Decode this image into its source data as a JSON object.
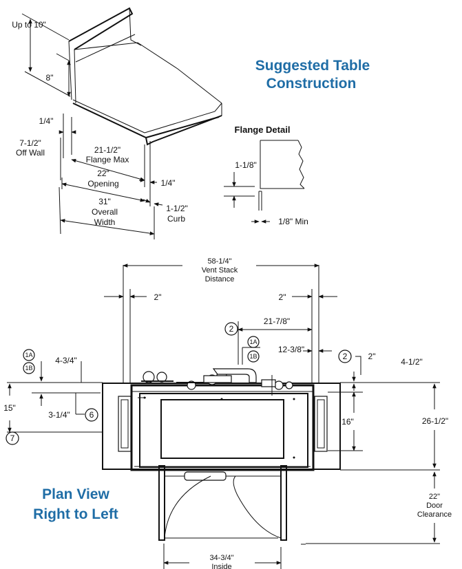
{
  "titles": {
    "table_construction_line1": "Suggested Table",
    "table_construction_line2": "Construction",
    "plan_view_line1": "Plan View",
    "plan_view_line2": "Right to Left",
    "flange_detail": "Flange Detail"
  },
  "profile_dims": {
    "up_to": "Up to 10\"",
    "height": "8\"",
    "quarter_left": "1/4\"",
    "off_wall_1": "7-1/2\"",
    "off_wall_2": "Off Wall",
    "flange_max_1": "21-1/2\"",
    "flange_max_2": "Flange Max",
    "opening_1": "22\"",
    "opening_2": "Opening",
    "quarter_right": "1/4\"",
    "overall_1": "31\"",
    "overall_2": "Overall",
    "overall_3": "Width",
    "curb_1": "1-1/2\"",
    "curb_2": "Curb"
  },
  "flange_dims": {
    "height": "1-1/8\"",
    "min": "1/8\" Min"
  },
  "plan_dims": {
    "vent_1": "58-1/4\"",
    "vent_2": "Vent Stack",
    "vent_3": "Distance",
    "two_left": "2\"",
    "two_right": "2\"",
    "d21": "21-7/8\"",
    "d12": "12-3/8\"",
    "two_callout": "2\"",
    "d4_3_4": "4-3/4\"",
    "d4_1_2": "4-1/2\"",
    "d15": "15\"",
    "d3_1_4": "3-1/4\"",
    "d16": "16\"",
    "d26": "26-1/2\"",
    "door_1": "22\"",
    "door_2": "Door",
    "door_3": "Clearance",
    "inside_1": "34-3/4\"",
    "inside_2": "Inside"
  },
  "callouts": {
    "c1a": "1A",
    "c1b": "1B",
    "c2": "2",
    "c6": "6",
    "c7": "7"
  }
}
